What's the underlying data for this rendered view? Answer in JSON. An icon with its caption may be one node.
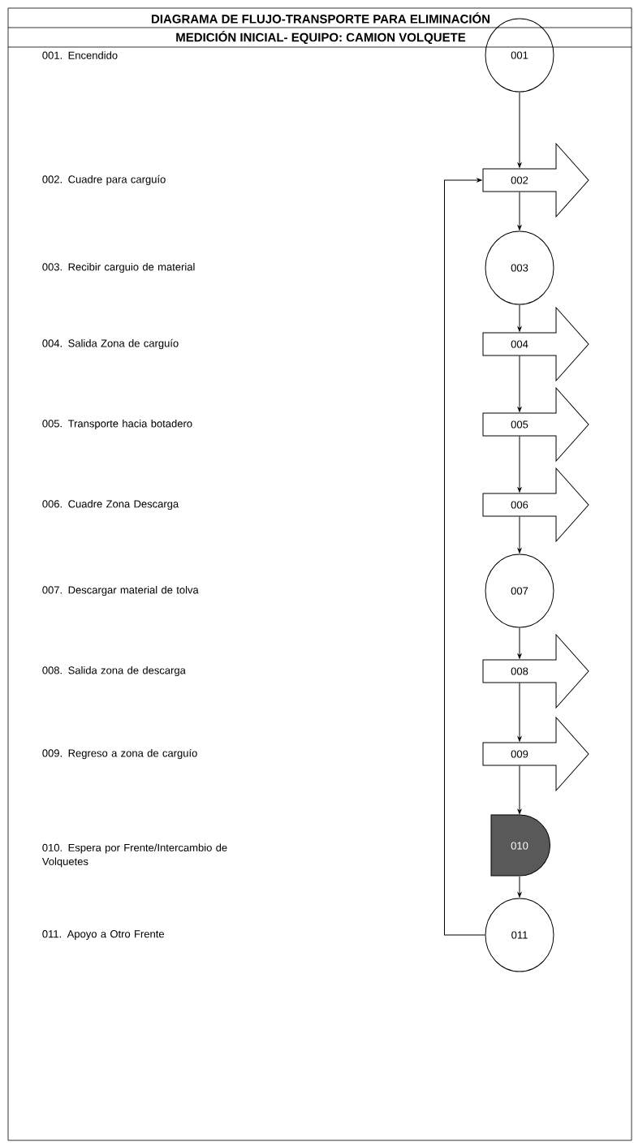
{
  "diagram": {
    "title": "DIAGRAMA DE FLUJO-TRANSPORTE PARA ELIMINACIÓN",
    "nodes": [
      {
        "text": [
          "001"
        ]
      },
      {
        "text": [
          "002"
        ]
      },
      {
        "text": [
          "003"
        ]
      },
      {
        "text": [
          "004"
        ]
      },
      {
        "text": [
          "005"
        ]
      },
      {
        "text": [
          "006"
        ]
      },
      {
        "text": [
          "007"
        ]
      },
      {
        "text": [
          "008"
        ]
      },
      {
        "text": [
          "009"
        ]
      },
      {
        "text": [
          "010"
        ]
      },
      {
        "text": [
          "011"
        ]
      }
    ],
    "edges": [
      {
        "from": 0,
        "to": 1,
        "arrow": "to"
      },
      {
        "from": 1,
        "to": 2,
        "arrow": "to"
      },
      {
        "from": 2,
        "to": 3,
        "arrow": "to"
      },
      {
        "from": 3,
        "to": 4,
        "arrow": "to"
      },
      {
        "from": 4,
        "to": 5,
        "arrow": "to"
      },
      {
        "from": 5,
        "to": 6,
        "arrow": "to"
      },
      {
        "from": 6,
        "to": 7,
        "arrow": "to"
      },
      {
        "from": 7,
        "to": 8,
        "arrow": "to"
      },
      {
        "from": 8,
        "to": 9,
        "arrow": "to"
      },
      {
        "from": 9,
        "to": 10,
        "arrow": "to"
      },
      {
        "from": 10,
        "to": 1,
        "arrow": "to"
      }
    ],
    "labels": [
      "MEDICIÓN INICIAL- EQUIPO: CAMION VOLQUETE",
      "001. Encendido",
      "002. Cuadre para carguío",
      "003. Recibir carguio de material",
      "004. Salida Zona de carguío",
      "005. Transporte hacia botadero",
      "006. Cuadre Zona Descarga",
      "007. Descargar material de tolva",
      "008. Salida zona de descarga",
      "009. Regreso a zona de carguío",
      "010. Espera por Frente/Intercambio de Volquetes",
      "011. Apoyo a Otro Frente"
    ]
  }
}
